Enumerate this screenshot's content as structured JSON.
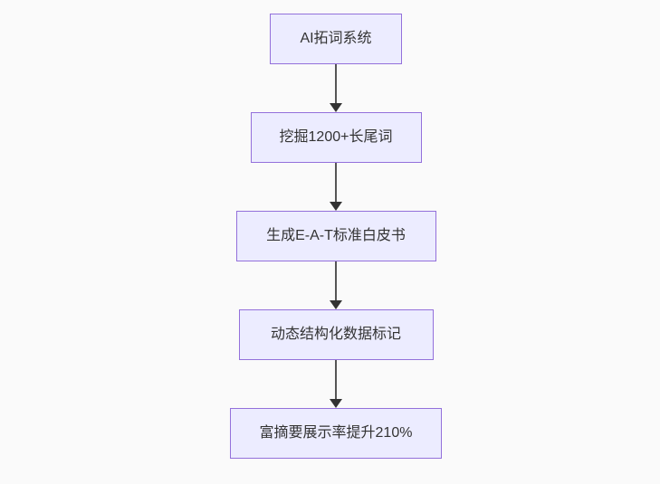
{
  "theme": {
    "page_bg": "#fafafa",
    "node_fill": "#ECECFF",
    "node_border": "#9370DB",
    "node_text": "#333333",
    "edge_line": "#555555",
    "edge_head": "#333333"
  },
  "flowchart": {
    "type": "vertical-flow",
    "direction": "top-down",
    "nodes": [
      {
        "id": "step-1",
        "label": "AI拓词系统"
      },
      {
        "id": "step-2",
        "label": "挖掘1200+长尾词"
      },
      {
        "id": "step-3",
        "label": "生成E-A-T标准白皮书"
      },
      {
        "id": "step-4",
        "label": "动态结构化数据标记"
      },
      {
        "id": "step-5",
        "label": "富摘要展示率提升210%"
      }
    ],
    "edges": [
      {
        "from": "step-1",
        "to": "step-2"
      },
      {
        "from": "step-2",
        "to": "step-3"
      },
      {
        "from": "step-3",
        "to": "step-4"
      },
      {
        "from": "step-4",
        "to": "step-5"
      }
    ]
  }
}
